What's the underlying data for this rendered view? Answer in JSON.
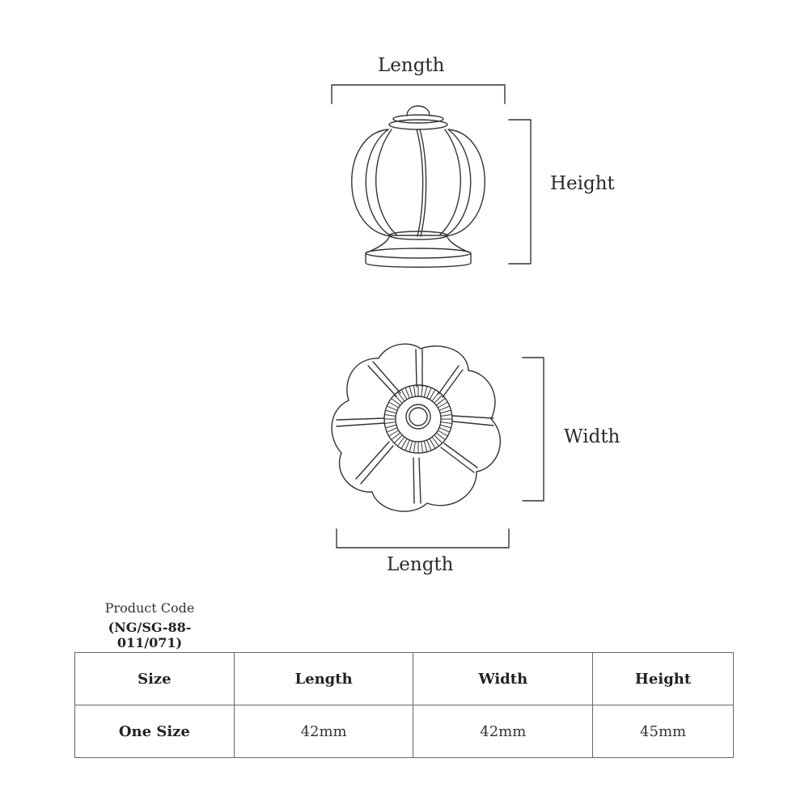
{
  "diagram": {
    "side_view": {
      "length_label": "Length",
      "height_label": "Height"
    },
    "top_view": {
      "width_label": "Width",
      "length_label": "Length"
    }
  },
  "product": {
    "code_label": "Product Code",
    "code_value": "(NG/SG-88-011/071)"
  },
  "spec_table": {
    "headers": [
      "Size",
      "Length",
      "Width",
      "Height"
    ],
    "rows": [
      [
        "One Size",
        "42mm",
        "42mm",
        "45mm"
      ]
    ]
  },
  "colors": {
    "line": "#333333",
    "text": "#222222"
  }
}
